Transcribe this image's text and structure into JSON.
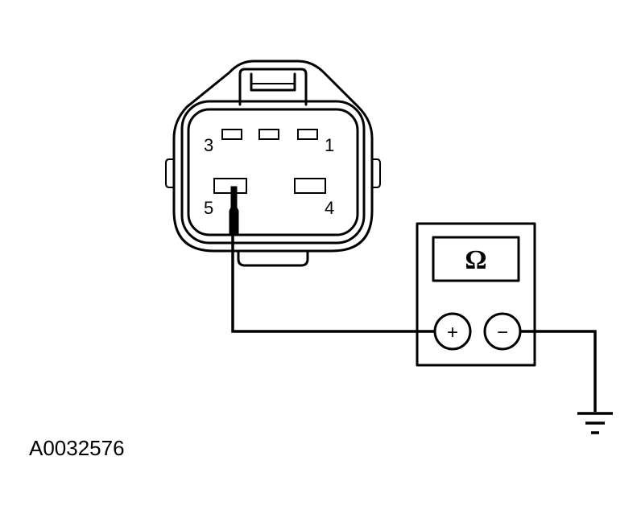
{
  "diagram": {
    "connector": {
      "pin_labels": {
        "pin1": "1",
        "pin3": "3",
        "pin4": "4",
        "pin5": "5"
      }
    },
    "meter": {
      "display_symbol": "Ω",
      "positive_terminal": "+",
      "negative_terminal": "−"
    },
    "reference_code": "A0032576"
  }
}
